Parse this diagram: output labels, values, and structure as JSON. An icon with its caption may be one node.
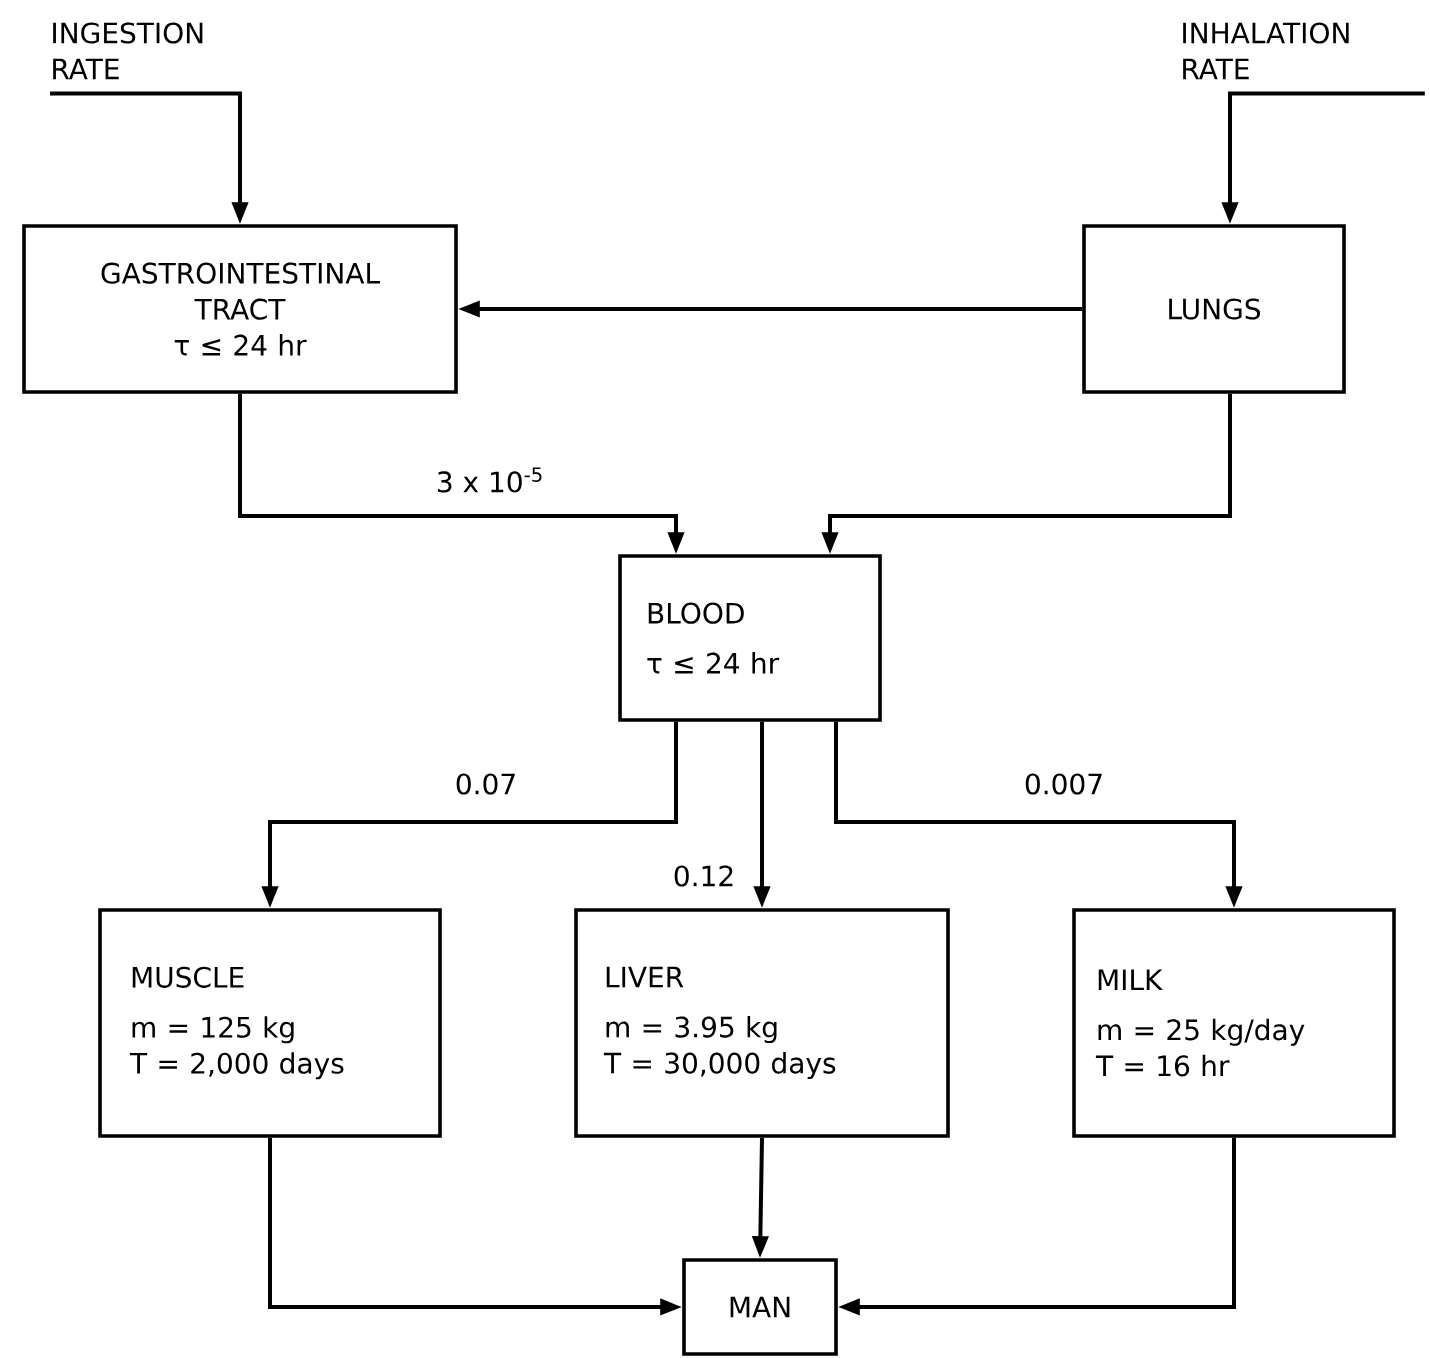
{
  "diagram": {
    "nodes": [
      {
        "text": [
          "INGESTION RATE"
        ]
      },
      {
        "text": [
          "INHALATION RATE"
        ]
      },
      {
        "text": [
          "GASTROINTESTINAL TRACT",
          "τ ≤ 24 hr"
        ]
      },
      {
        "text": [
          "LUNGS"
        ]
      },
      {
        "text": [
          "BLOOD",
          "τ ≤ 24 hr"
        ]
      },
      {
        "text": [
          "MUSCLE",
          "m = 125 kg",
          "T = 2,000 days"
        ]
      },
      {
        "text": [
          "LIVER",
          "m = 3.95 kg",
          "T = 30,000 days"
        ]
      },
      {
        "text": [
          "MILK",
          "m = 25 kg/day",
          "T = 16 hr"
        ]
      },
      {
        "text": [
          "MAN"
        ]
      }
    ],
    "edges": [
      {
        "from": 0,
        "to": 2,
        "arrow": "to"
      },
      {
        "from": 1,
        "to": 3,
        "arrow": "to"
      },
      {
        "from": 3,
        "to": 2,
        "arrow": "to"
      },
      {
        "from": 2,
        "to": 4,
        "arrow": "to",
        "label": "3 x 10$^{-5}$"
      },
      {
        "from": 3,
        "to": 4,
        "arrow": "to"
      },
      {
        "from": 4,
        "to": 5,
        "arrow": "to",
        "label": "0.07"
      },
      {
        "from": 4,
        "to": 6,
        "arrow": "to",
        "label": "0.12"
      },
      {
        "from": 4,
        "to": 7,
        "arrow": "to",
        "label": "0.007"
      },
      {
        "from": 5,
        "to": 8,
        "arrow": "to"
      },
      {
        "from": 6,
        "to": 8,
        "arrow": "to"
      },
      {
        "from": 7,
        "to": 8,
        "arrow": "to"
      }
    ]
  }
}
